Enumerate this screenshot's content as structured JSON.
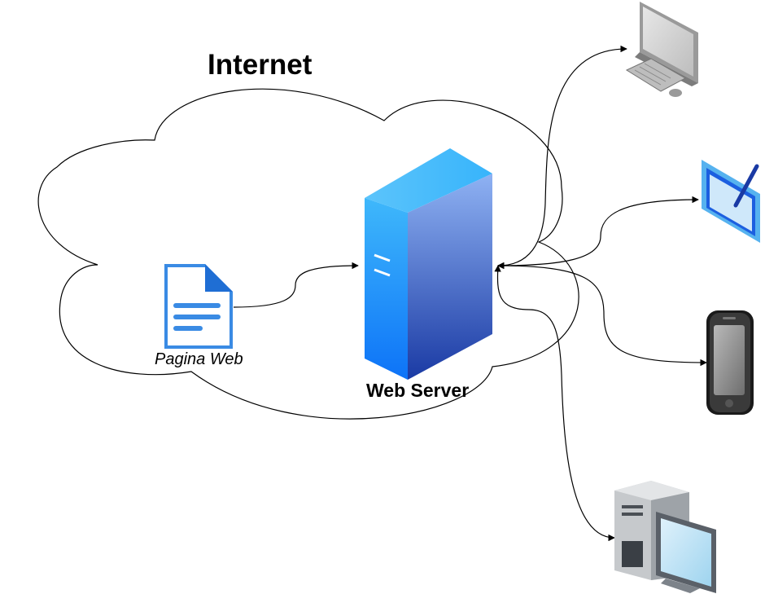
{
  "cloud": {
    "title": "Internet"
  },
  "server": {
    "label": "Web Server"
  },
  "web_page": {
    "label": "Pagina Web"
  },
  "clients": [
    {
      "name": "desktop-monitor",
      "icon": "monitor-keyboard-icon"
    },
    {
      "name": "tablet",
      "icon": "tablet-pen-icon"
    },
    {
      "name": "smartphone",
      "icon": "phone-icon"
    },
    {
      "name": "workstation",
      "icon": "tower-pc-icon"
    }
  ],
  "colors": {
    "server_front_top": "#8fb2f3",
    "server_front_bottom": "#1a3aa4",
    "server_side_top": "#3fb8fb",
    "server_side_bottom": "#0d73f8",
    "document_blue": "#3a8be4",
    "connector": "#000000"
  }
}
